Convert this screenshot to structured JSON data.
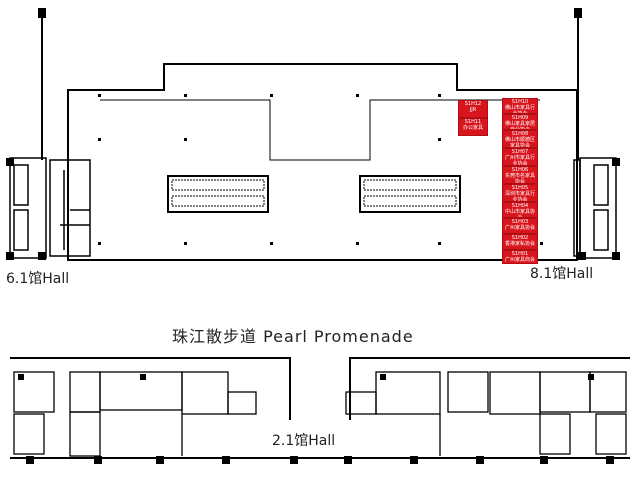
{
  "halls": {
    "hall_6_1": "6.1馆Hall",
    "hall_8_1": "8.1馆Hall",
    "hall_2_1": "2.1馆Hall"
  },
  "promenade": "珠江散步道 Pearl Promenade",
  "colors": {
    "booth": "#d8141c",
    "wall": "#000000",
    "booth_text": "#ffffff"
  },
  "booths_left": [
    {
      "code": "S1H12",
      "name": "JJR"
    },
    {
      "code": "S1H11",
      "name": "办公家具"
    }
  ],
  "booths_right": [
    {
      "code": "S1H10",
      "name": "佛山市家具行业协会"
    },
    {
      "code": "S1H09",
      "name": "佛山家具家居产业协会"
    },
    {
      "code": "S1H08",
      "name": "佛山市顺德区家具协会"
    },
    {
      "code": "S1H07",
      "name": "广州市家具行业协会"
    },
    {
      "code": "S1H06",
      "name": "东莞市名家具协会"
    },
    {
      "code": "S1H05",
      "name": "深圳市家具行业协会"
    },
    {
      "code": "S1H04",
      "name": "中山市家具协会"
    },
    {
      "code": "S1H03",
      "name": "广州家具协会"
    },
    {
      "code": "S1H02",
      "name": "香港家私协会"
    },
    {
      "code": "S1H01",
      "name": "广州家具商会"
    }
  ]
}
